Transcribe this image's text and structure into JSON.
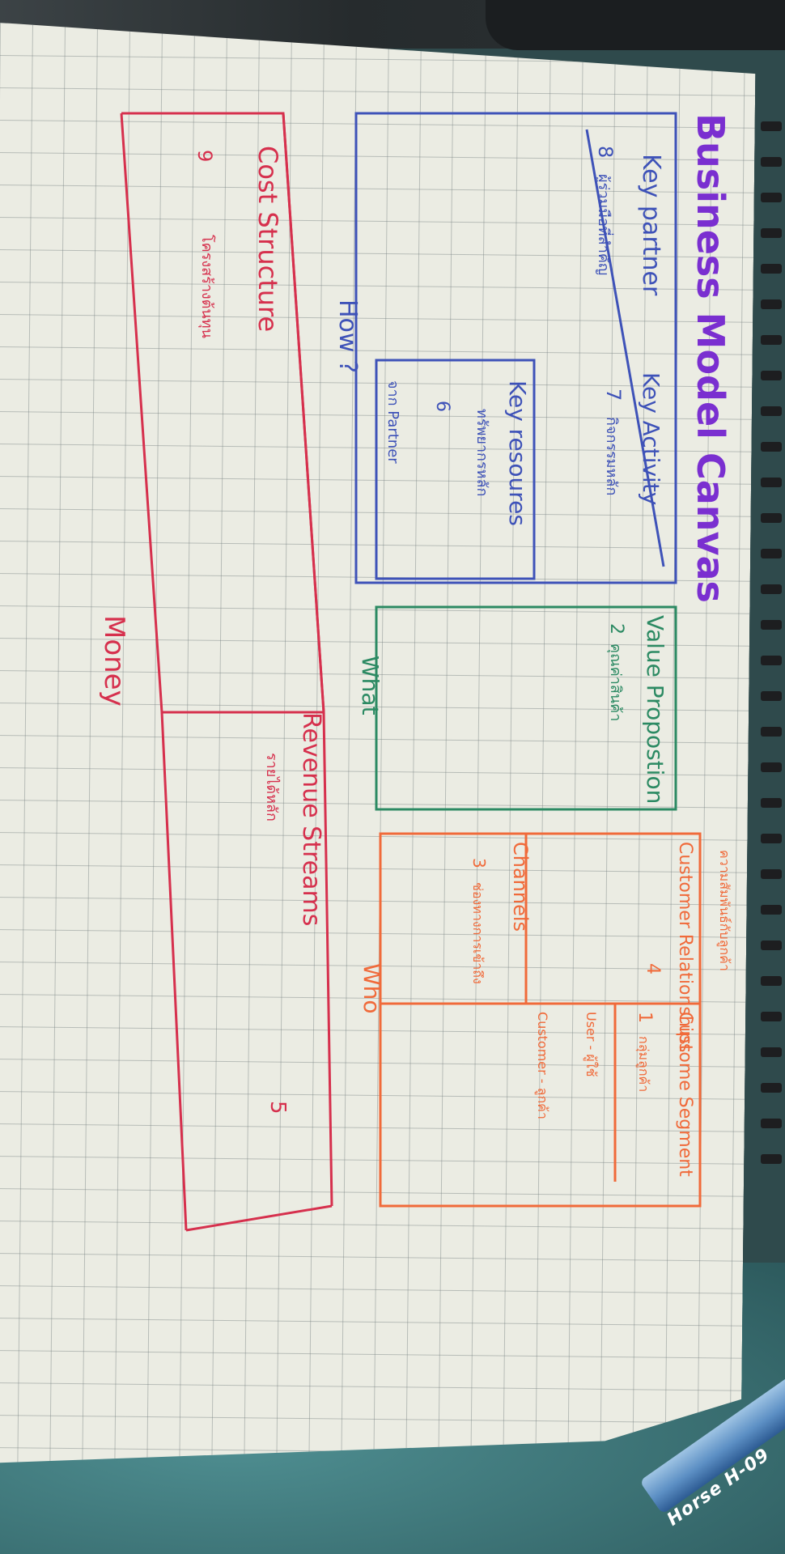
{
  "canvas": {
    "title": "Business Model Canvas"
  },
  "blocks": {
    "key_partners": {
      "label": "Key partner",
      "number": "8",
      "note": "ผู้ร่วมมือที่สำคัญ"
    },
    "key_activity": {
      "label": "Key Activity",
      "number": "7",
      "note": "กิจกรรมหลัก"
    },
    "key_resources": {
      "label": "Key resoures",
      "number": "6",
      "note": "ทรัพยากรหลัก",
      "note2": "จาก Partner"
    },
    "value_proposition": {
      "label": "Value Propostion",
      "number": "2",
      "note": "คุณค่าสินค้า"
    },
    "customer_relationships": {
      "label": "Customer Relationships",
      "number": "4",
      "note": "ความสัมพันธ์กับลูกค้า"
    },
    "customer_segments": {
      "label": "Custome Segment",
      "number": "1",
      "note": "กลุ่มลูกค้า",
      "user_note": "User - ผู้ใช้",
      "customer_note": "Customer - ลูกค้า"
    },
    "channels": {
      "label": "Channels",
      "number": "3",
      "note": "ช่องทางการเข้าถึง"
    },
    "cost_structure": {
      "label": "Cost Structure",
      "number": "9",
      "note": "โครงสร้างต้นทุน"
    },
    "revenue_streams": {
      "label": "Revenue Streams",
      "number": "5",
      "note": "รายได้หลัก"
    }
  },
  "groups": {
    "how": "How ?",
    "what": "What",
    "who": "Who",
    "money": "Money"
  },
  "pen": {
    "brand": "Horse",
    "model": "H-09"
  },
  "colors": {
    "title": "#7a2fd0",
    "how": "#3e52b8",
    "what": "#2c8a63",
    "who": "#f06a3a",
    "money": "#d6304d",
    "paper": "#ebece3"
  }
}
